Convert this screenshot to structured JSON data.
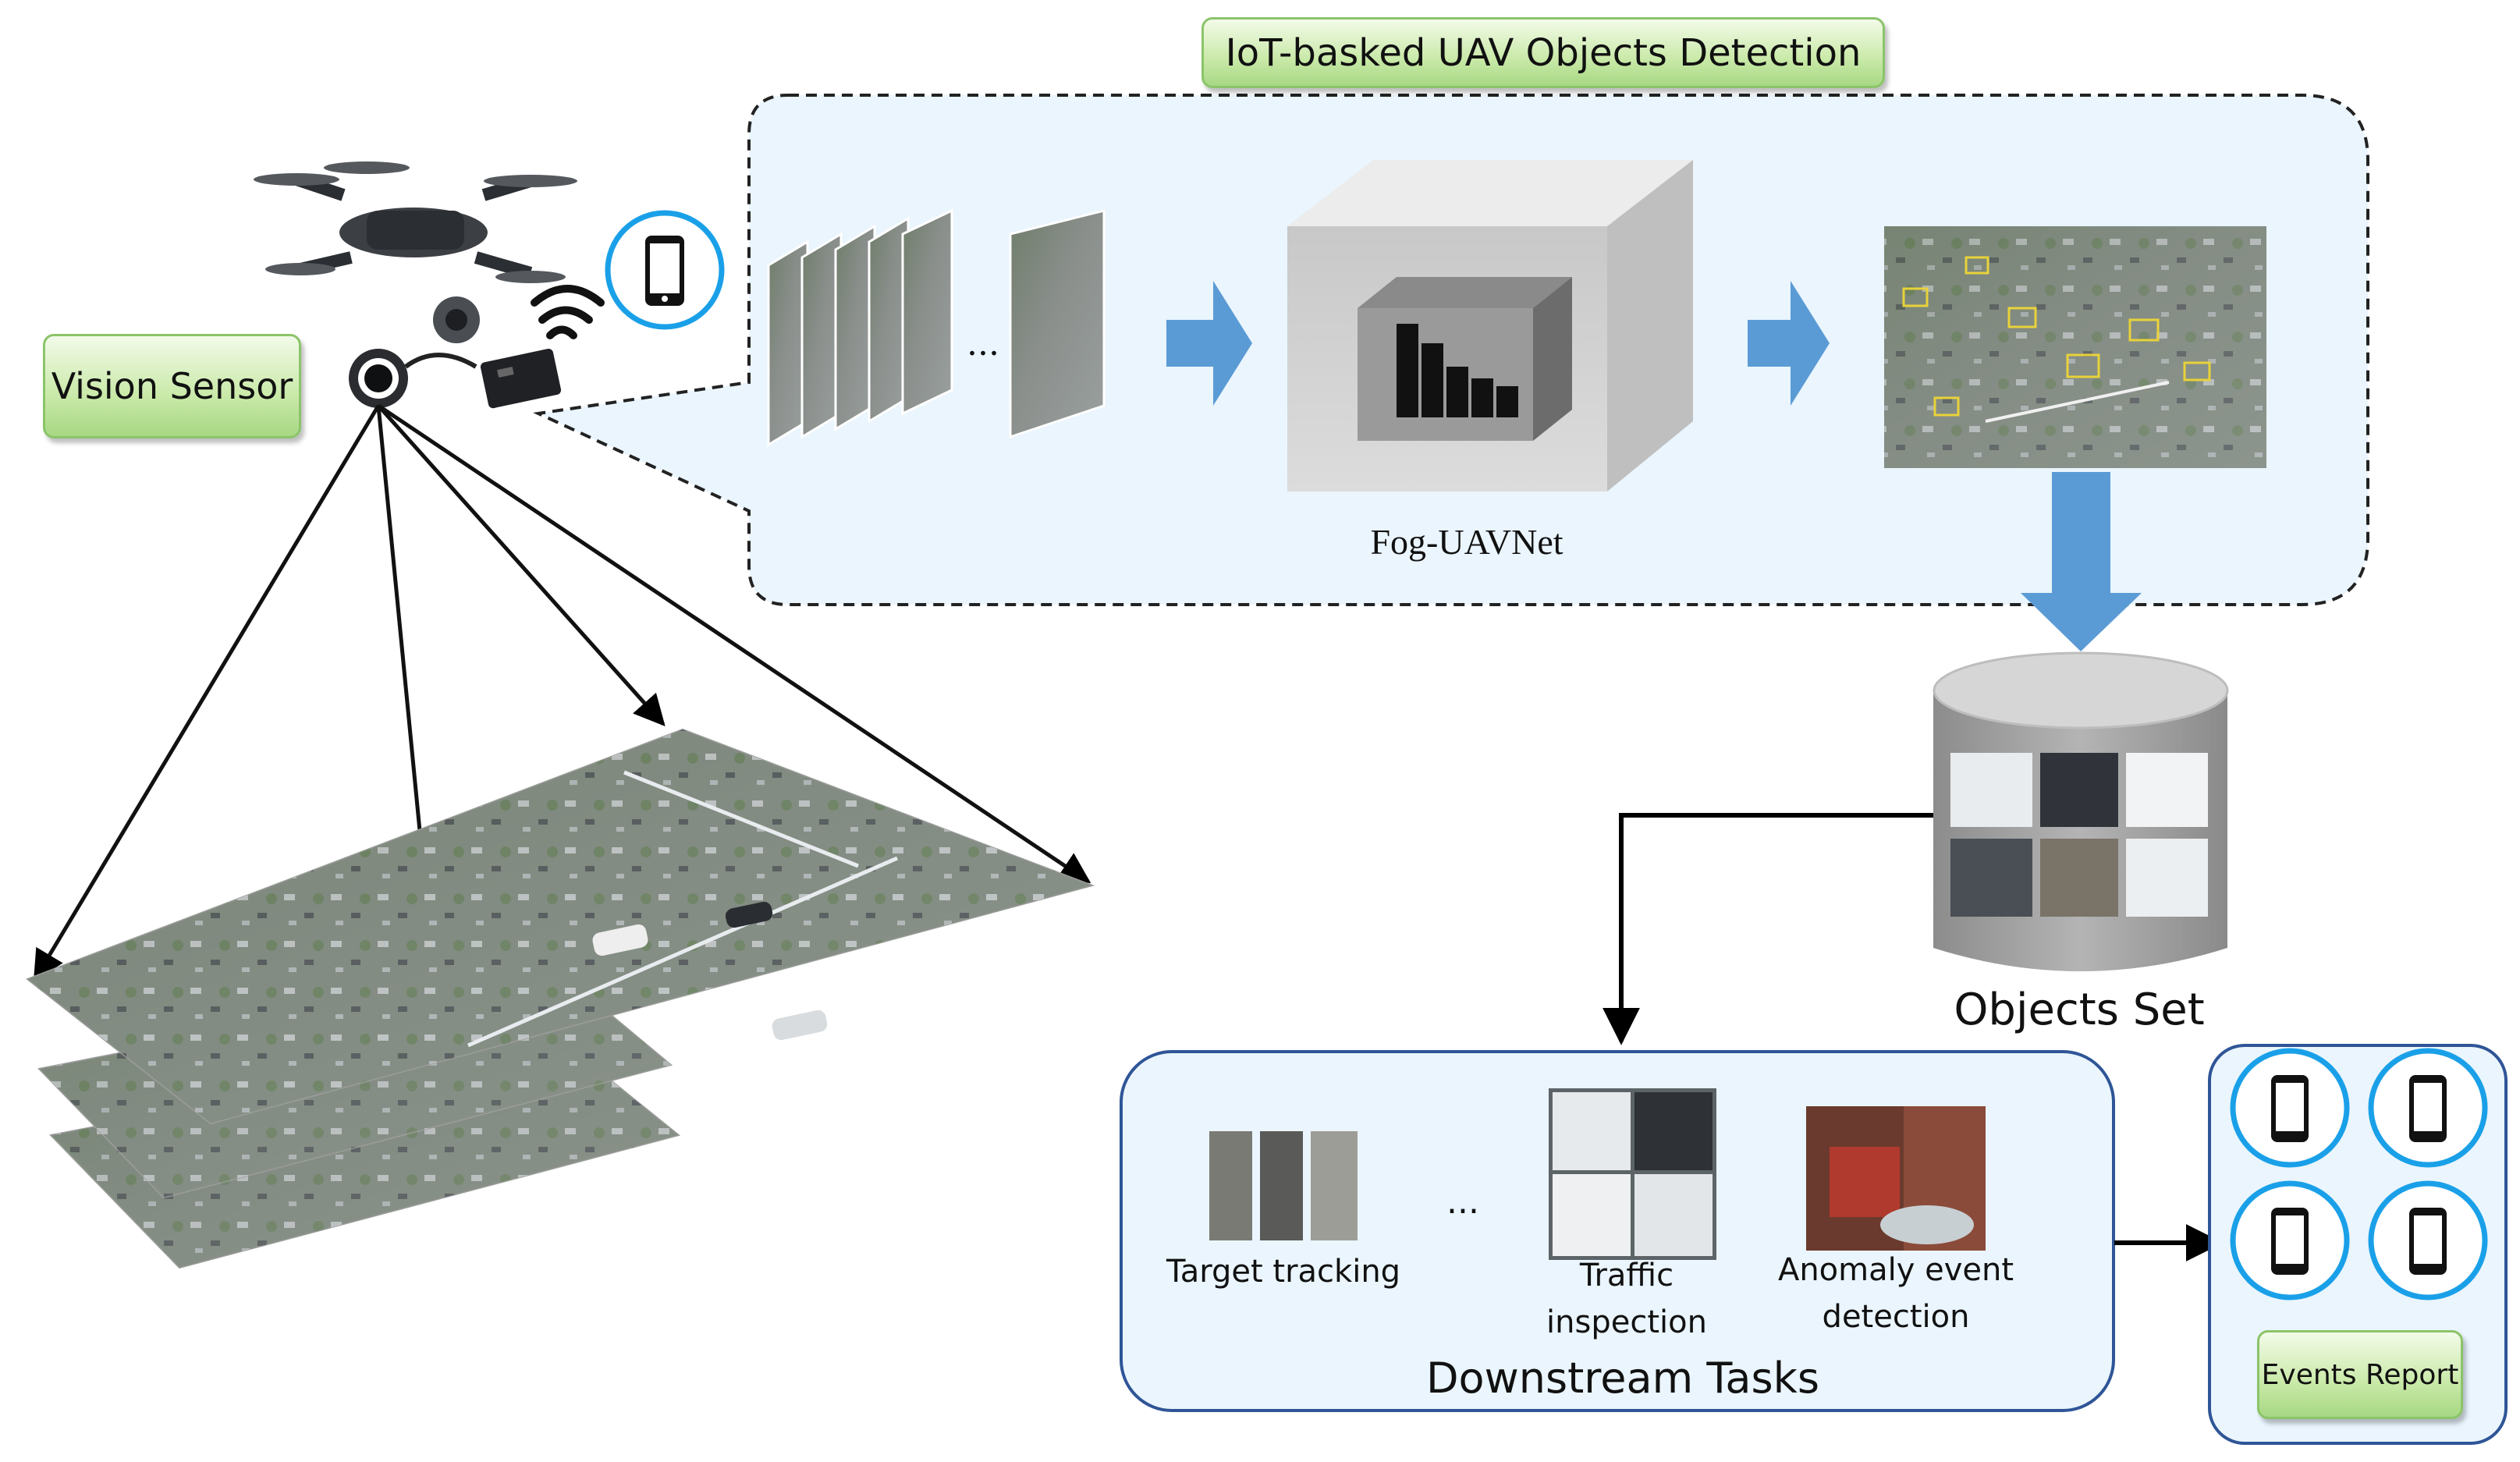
{
  "title": "IoT-basked UAV Objects Detection",
  "vision_sensor": "Vision Sensor",
  "model_name": "Fog-UAVNet",
  "frames_ellipsis": "...",
  "objects_set": "Objects Set",
  "downstream": {
    "title": "Downstream Tasks",
    "ellipsis": "...",
    "tasks": [
      {
        "label_lines": [
          "Target tracking"
        ]
      },
      {
        "label_lines": [
          "Traffic",
          "inspection"
        ]
      },
      {
        "label_lines": [
          "Anomaly event",
          "detection"
        ]
      }
    ]
  },
  "events_report": "Events Report",
  "icons": [
    "drone-icon",
    "camera-icon",
    "wifi-icon",
    "smartphone-icon",
    "database-icon"
  ],
  "colors": {
    "panel_fill": "#eaf5fd",
    "arrow_blue": "#5b9bd5",
    "label_green": "#b5df93",
    "box_border": "#2f5597",
    "phone_ring": "#1aa0e8"
  }
}
